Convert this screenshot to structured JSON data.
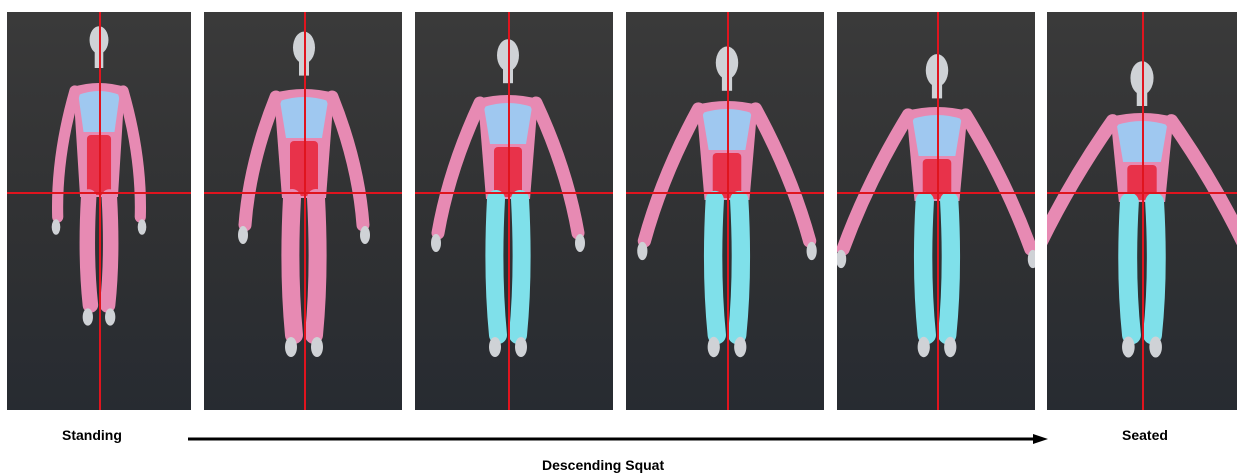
{
  "labels": {
    "start": "Standing",
    "end": "Seated",
    "process": "Descending Squat"
  },
  "colors": {
    "crosshair": "#e0141e",
    "muscle_red": "#e8324a",
    "muscle_pink": "#e78ab3",
    "muscle_blue": "#9fc8f0",
    "muscle_cyan": "#7fe0ea",
    "bone": "#cfd2d6",
    "background": "#303133"
  },
  "panels": [
    {
      "id": "frame-1",
      "stage": "standing"
    },
    {
      "id": "frame-2",
      "stage": "squat-1"
    },
    {
      "id": "frame-3",
      "stage": "squat-2"
    },
    {
      "id": "frame-4",
      "stage": "squat-3"
    },
    {
      "id": "frame-5",
      "stage": "squat-4"
    },
    {
      "id": "frame-6",
      "stage": "seated"
    }
  ]
}
